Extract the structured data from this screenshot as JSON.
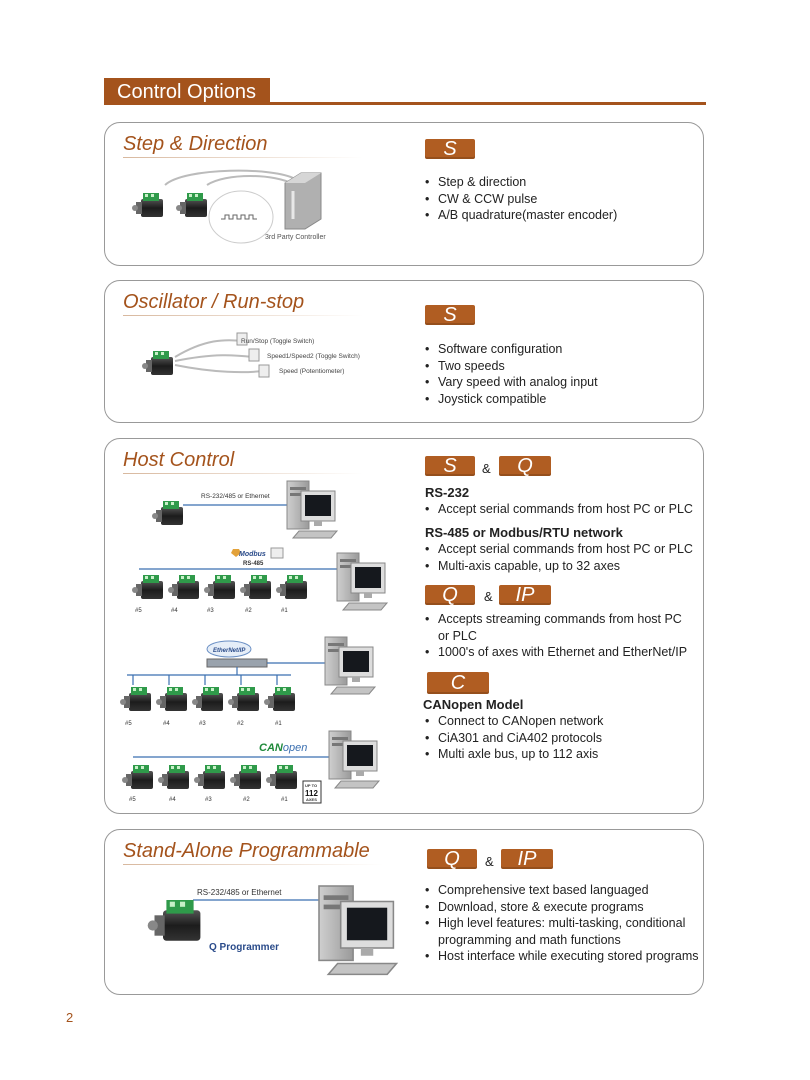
{
  "header": {
    "title": "Control Options"
  },
  "sections": {
    "step_direction": {
      "title": "Step & Direction",
      "badge": "S",
      "diagram_label": "3rd Party Controller",
      "bullets": [
        "Step & direction",
        "CW & CCW pulse",
        "A/B quadrature(master encoder)"
      ]
    },
    "oscillator": {
      "title": "Oscillator / Run-stop",
      "badge": "S",
      "diagram_labels": [
        "Run/Stop (Toggle Switch)",
        "Speed1/Speed2 (Toggle Switch)",
        "Speed (Potentiometer)"
      ],
      "bullets": [
        "Software configuration",
        "Two speeds",
        "Vary speed with analog input",
        "Joystick compatible"
      ]
    },
    "host_control": {
      "title": "Host Control",
      "badge_1": "S",
      "amp_1": "&",
      "badge_2": "Q",
      "rs232_heading": "RS-232",
      "rs232_bullets": [
        "Accept serial commands from host PC or PLC"
      ],
      "rs485_heading": "RS-485 or Modbus/RTU network",
      "rs485_bullets": [
        "Accept serial commands from host PC or PLC",
        "Multi-axis capable, up to 32 axes"
      ],
      "badge_3": "Q",
      "amp_2": "&",
      "badge_4": "IP",
      "ip_bullets": [
        "Accepts streaming commands from host PC or PLC",
        "1000's of axes with Ethernet and EtherNet/IP"
      ],
      "badge_5": "C",
      "canopen_heading": "CANopen Model",
      "canopen_bullets": [
        "Connect to CANopen network",
        "CiA301 and CiA402 protocols",
        "Multi axle bus, up to 112 axis"
      ],
      "diagram": {
        "rs_label": "RS-232/485 or Ethernet",
        "modbus_logo": "Modbus",
        "modbus_sub": "RS-485",
        "ethernetip_logo": "EtherNet/IP",
        "canopen_logo_a": "CAN",
        "canopen_logo_b": "open",
        "axis_labels": [
          "#5",
          "#4",
          "#3",
          "#2",
          "#1"
        ],
        "upto_a": "UP TO",
        "upto_b": "112",
        "upto_c": "AXES"
      }
    },
    "standalone": {
      "title": "Stand-Alone Programmable",
      "badge_1": "Q",
      "amp": "&",
      "badge_2": "IP",
      "diagram_label": "RS-232/485 or Ethernet",
      "programmer_label": "Q Programmer",
      "bullets": [
        "Comprehensive text based languaged",
        "Download, store & execute programs",
        "High level features: multi-tasking, conditional programming and math functions",
        "Host interface while executing stored programs"
      ]
    }
  },
  "page_number": "2",
  "colors": {
    "accent": "#a4531c",
    "badge": "#b05d22",
    "card_border": "#999999",
    "wire_blue": "#3a6fb0"
  }
}
